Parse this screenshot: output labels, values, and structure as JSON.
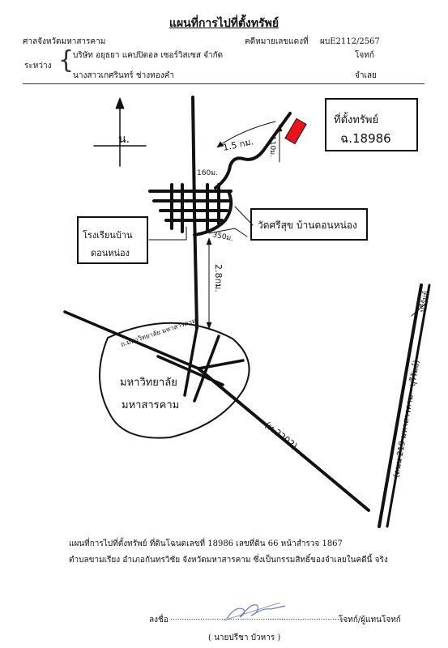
{
  "header": {
    "title": "แผนที่การไปที่ตั้งทรัพย์",
    "court": "ศาลจังหวัดมหาสารคาม",
    "case_label": "คดีหมายเลขแดงที่",
    "case_no": "ผบE2112/2567",
    "between_label": "ระหว่าง",
    "plaintiff": "บริษัท อยุธยา แคปปิตอล เซอร์วิสเซส จำกัด",
    "plaintiff_role": "โจทก์",
    "defendant": "นางสาวเกศรินทร์ ช่างทองคำ",
    "defendant_role": "จำเลย"
  },
  "map": {
    "north_label": "น.",
    "property_label": "ที่ตั้งทรัพย์",
    "deed_label": "ฉ.18986",
    "dist_15km": "1.5 กม.",
    "dist_110m": "110ม.",
    "dist_160m": "160ม.",
    "dist_350m": "350ม.",
    "dist_28km": "2.8กม.",
    "temple_label": "วัดศรีสุข บ้านดอนหน่อง",
    "school_line1": "โรงเรียนบ้าน",
    "school_line2": "ดอนหน่อง",
    "university_line1": "มหาวิทยาลัย",
    "university_line2": "มหาสารคาม",
    "univ_road": "ถ.มหาวิทยาลัย มหาสารคาม",
    "road_2202": "(ท.2202)",
    "road_219": "(ถนน 219 มหาสารคาม - บุรีรัมย์)",
    "to_buriram": "บุรีรัมย์"
  },
  "description": {
    "line1": "แผนที่การไปที่ตั้งทรัพย์ ที่ดินโฉนดเลขที่ 18986 เลขที่ดิน 66 หน้าสำรวจ 1867",
    "line2": "ตำบลขามเรียง อำเภอกันทรวิชัย จังหวัดมหาสารคาม ซึ่งเป็นกรรมสิทธิ์ของจำเลยในคดีนี้ จริง"
  },
  "signature": {
    "sign_label": "ลงชื่อ",
    "dots_left": "..................................................",
    "dots_right": "..................................",
    "role": "โจทก์/ผู้แทนโจทก์",
    "name": "( นายปรีชา   บัวหาร )"
  },
  "colors": {
    "property_marker": "#e8131c",
    "ink": "#111111",
    "signature_ink": "#6a78c8"
  }
}
